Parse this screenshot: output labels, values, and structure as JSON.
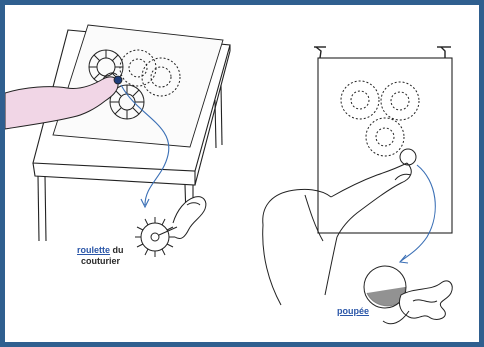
{
  "labels": {
    "roulette_word": "roulette",
    "roulette_du": "du",
    "roulette_line2": "couturier",
    "poupee": "poupée"
  },
  "colors": {
    "frame": "#2f5f8f",
    "arrow": "#3a6fb5",
    "ink": "#222222",
    "skin": "#f1d6e6",
    "label_blue": "#2a56a8"
  },
  "icons": [
    "tracing-wheel-icon",
    "pounce-bag-icon"
  ]
}
